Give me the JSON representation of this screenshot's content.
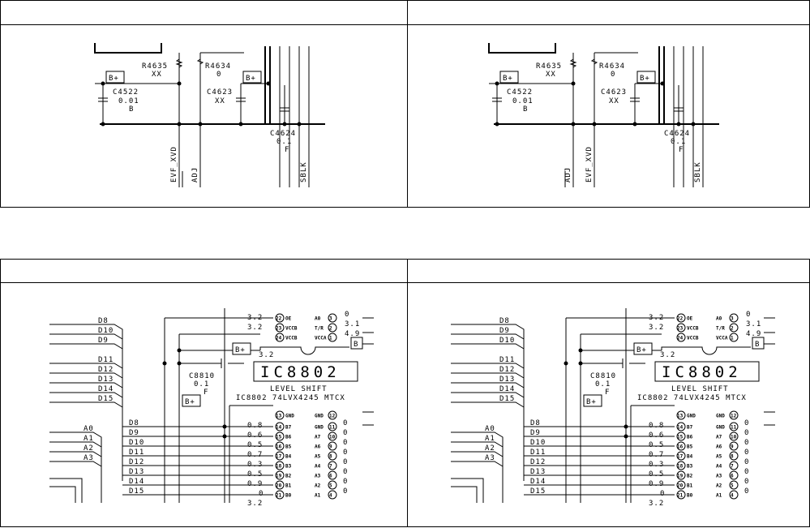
{
  "top": {
    "left": {
      "r4635": "R4635",
      "r4635_val": "XX",
      "r4634": "R4634",
      "r4634_val": "0",
      "bplus1": "B+",
      "bplus2": "B+",
      "c4522": "C4522",
      "c4522_val": "0.01",
      "c4522_type": "B",
      "c4623": "C4623",
      "c4623_val": "XX",
      "c4624": "C4624",
      "c4624_val": "0.1",
      "c4624_type": "F",
      "sig1": "EVF_XVD",
      "sig2": "ADJ",
      "sig3": "SBLK"
    },
    "right": {
      "r4635": "R4635",
      "r4635_val": "XX",
      "r4634": "R4634",
      "r4634_val": "0",
      "bplus1": "B+",
      "bplus2": "B+",
      "c4522": "C4522",
      "c4522_val": "0.01",
      "c4522_type": "B",
      "c4623": "C4623",
      "c4623_val": "XX",
      "c4624": "C4624",
      "c4624_val": "0.1",
      "c4624_type": "F",
      "sig1": "ADJ",
      "sig2": "EVF_XVD",
      "sig3": "SBLK"
    }
  },
  "bottom": {
    "left": {
      "busin": [
        "D8",
        "D10",
        "D9",
        "D11",
        "D12",
        "D13",
        "D14",
        "D15"
      ],
      "busout": [
        "D8",
        "D9",
        "D10",
        "D11",
        "D12",
        "D13",
        "D14",
        "D15"
      ],
      "addr": [
        "A0",
        "A1",
        "A2",
        "A3"
      ],
      "ic": "IC8802",
      "ic_sub": "LEVEL SHIFT",
      "ic_part": "IC8802 74LVX4245 MTCX",
      "c8810": "C8810",
      "c8810_val": "0.1",
      "c8810_type": "F",
      "bplus_a": "B+",
      "bplus_b": "B+",
      "bplus_c": "B",
      "v_top": [
        "3.2",
        "3.2",
        "3.2"
      ],
      "v_pins": [
        "0.8",
        "0.6",
        "0.5",
        "0.7",
        "0.3",
        "0.5",
        "0.9",
        "0"
      ],
      "v_bot": "3.2",
      "lpin_nums": [
        "22",
        "23",
        "24",
        "13",
        "14",
        "15",
        "16",
        "17",
        "18",
        "19",
        "20",
        "21"
      ],
      "lpin_names": [
        "OE",
        "VCCB",
        "VCCB",
        "GND",
        "B7",
        "B6",
        "B5",
        "B4",
        "B3",
        "B2",
        "B1",
        "B0"
      ],
      "rpin_nums": [
        "3",
        "2",
        "1",
        "12",
        "11",
        "10",
        "9",
        "8",
        "7",
        "6",
        "5",
        "4"
      ],
      "rpin_names": [
        "A0",
        "T/R",
        "VCCA",
        "GND",
        "GND",
        "A7",
        "A6",
        "A5",
        "A4",
        "A3",
        "A2",
        "A1"
      ],
      "rv_top": [
        "0",
        "3.1",
        "4.9"
      ],
      "rv_pins": [
        "0",
        "0",
        "0",
        "0",
        "0",
        "0",
        "0",
        "0"
      ]
    },
    "right": {
      "busin": [
        "D8",
        "D9",
        "D10",
        "D11",
        "D12",
        "D13",
        "D14",
        "D15"
      ],
      "busout": [
        "D8",
        "D9",
        "D10",
        "D11",
        "D12",
        "D13",
        "D14",
        "D15"
      ],
      "addr": [
        "A0",
        "A1",
        "A2",
        "A3"
      ],
      "ic": "IC8802",
      "ic_sub": "LEVEL SHIFT",
      "ic_part": "IC8802 74LVX4245 MTCX",
      "c8810": "C8810",
      "c8810_val": "0.1",
      "c8810_type": "F",
      "bplus_a": "B+",
      "bplus_b": "B+",
      "bplus_c": "B",
      "v_top": [
        "3.2",
        "3.2",
        "3.2"
      ],
      "v_pins": [
        "0.8",
        "0.6",
        "0.5",
        "0.7",
        "0.3",
        "0.5",
        "0.9",
        "0"
      ],
      "v_bot": "3.2",
      "lpin_nums": [
        "22",
        "23",
        "24",
        "13",
        "14",
        "15",
        "16",
        "17",
        "18",
        "19",
        "20",
        "21"
      ],
      "lpin_names": [
        "OE",
        "VCCB",
        "VCCB",
        "GND",
        "B7",
        "B6",
        "B5",
        "B4",
        "B3",
        "B2",
        "B1",
        "B0"
      ],
      "rpin_nums": [
        "3",
        "2",
        "1",
        "12",
        "11",
        "10",
        "9",
        "8",
        "7",
        "6",
        "5",
        "4"
      ],
      "rpin_names": [
        "A0",
        "T/R",
        "VCCA",
        "GND",
        "GND",
        "A7",
        "A6",
        "A5",
        "A4",
        "A3",
        "A2",
        "A1"
      ],
      "rv_top": [
        "0",
        "3.1",
        "4.9"
      ],
      "rv_pins": [
        "0",
        "0",
        "0",
        "0",
        "0",
        "0",
        "0",
        "0"
      ]
    }
  }
}
